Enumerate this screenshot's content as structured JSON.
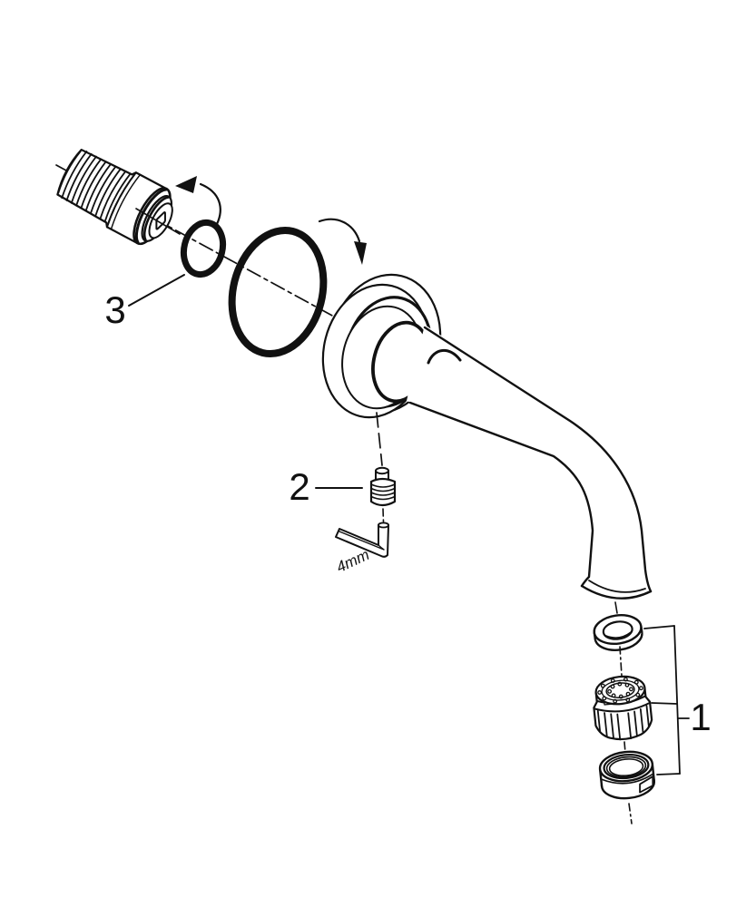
{
  "diagram": {
    "background_color": "#ffffff",
    "line_color": "#111111",
    "callouts": {
      "part_1": "1",
      "part_2": "2",
      "part_3": "3"
    },
    "annotations": {
      "hex_key_size": "4mm"
    }
  }
}
